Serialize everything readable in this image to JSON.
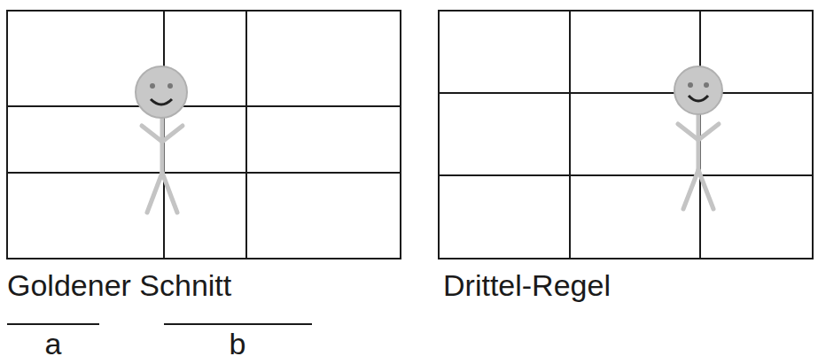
{
  "diagram": {
    "labels": [
      "Goldener Schnitt",
      "a",
      "b",
      "Drittel-Regel"
    ]
  }
}
